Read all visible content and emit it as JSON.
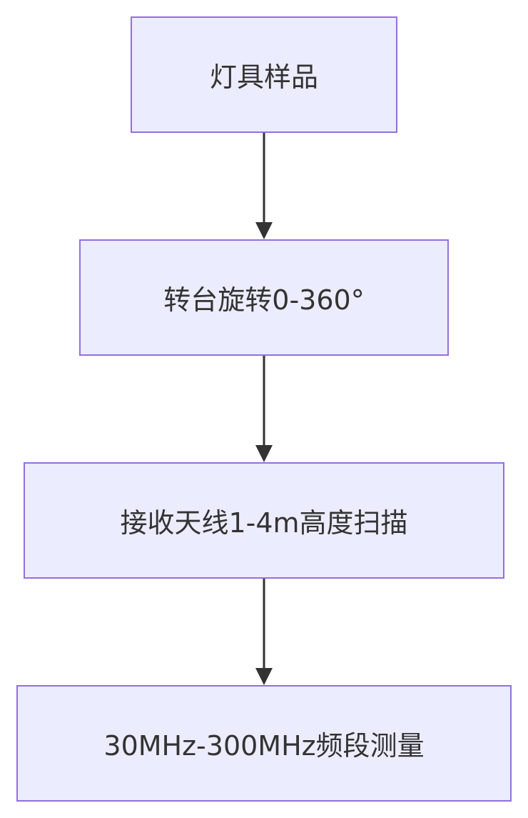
{
  "flowchart": {
    "nodes": [
      {
        "id": "node-1",
        "label": "灯具样品"
      },
      {
        "id": "node-2",
        "label": "转台旋转0-360°"
      },
      {
        "id": "node-3",
        "label": "接收天线1-4m高度扫描"
      },
      {
        "id": "node-4",
        "label": "30MHz-300MHz频段测量"
      }
    ],
    "edges": [
      {
        "from": "node-1",
        "to": "node-2"
      },
      {
        "from": "node-2",
        "to": "node-3"
      },
      {
        "from": "node-3",
        "to": "node-4"
      }
    ],
    "colors": {
      "node_fill": "#ececff",
      "node_border": "#9370db",
      "edge": "#333333",
      "text": "#333333"
    }
  }
}
